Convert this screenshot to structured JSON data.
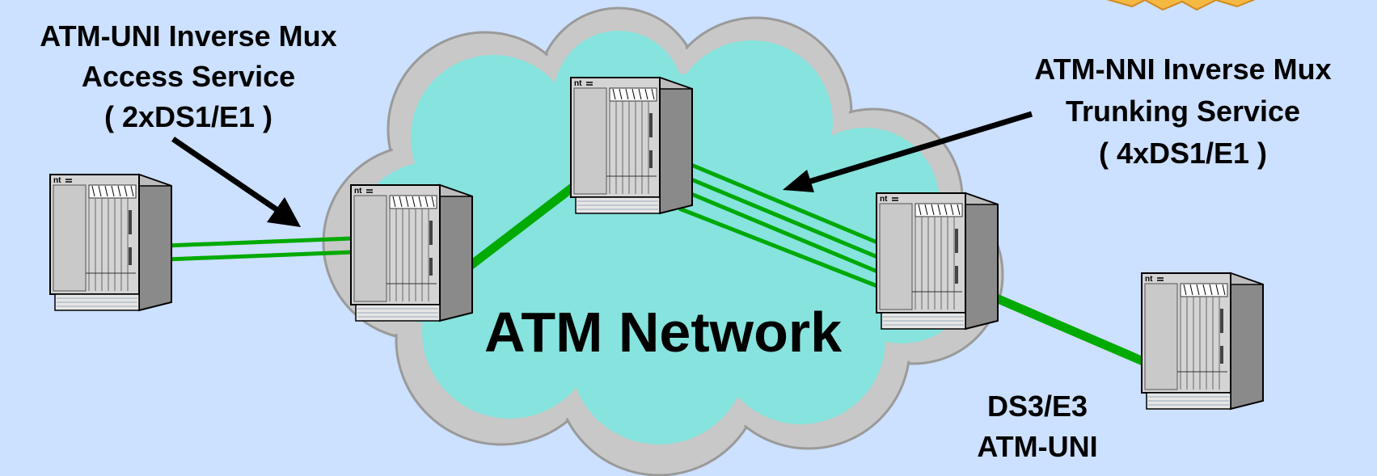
{
  "labels": {
    "uni": {
      "line1": "ATM-UNI Inverse Mux",
      "line2": "Access Service",
      "line3": "( 2xDS1/E1 )"
    },
    "nni": {
      "line1": "ATM-NNI  Inverse Mux",
      "line2": "Trunking Service",
      "line3": "( 4xDS1/E1 )"
    },
    "ds3": {
      "line1": "DS3/E3",
      "line2": "ATM-UNI"
    },
    "network": "ATM Network"
  },
  "device_logo": "nt",
  "colors": {
    "background": "#cce0ff",
    "cloud_fill": "#86e3dd",
    "cloud_rim": "#c8c8c8",
    "link": "#00aa00",
    "device_body": "#d4d4d4",
    "device_side": "#8a8a8a"
  },
  "icons": {
    "device": "switch-chassis-icon",
    "arrow": "arrow-icon",
    "cloud": "cloud-icon"
  }
}
